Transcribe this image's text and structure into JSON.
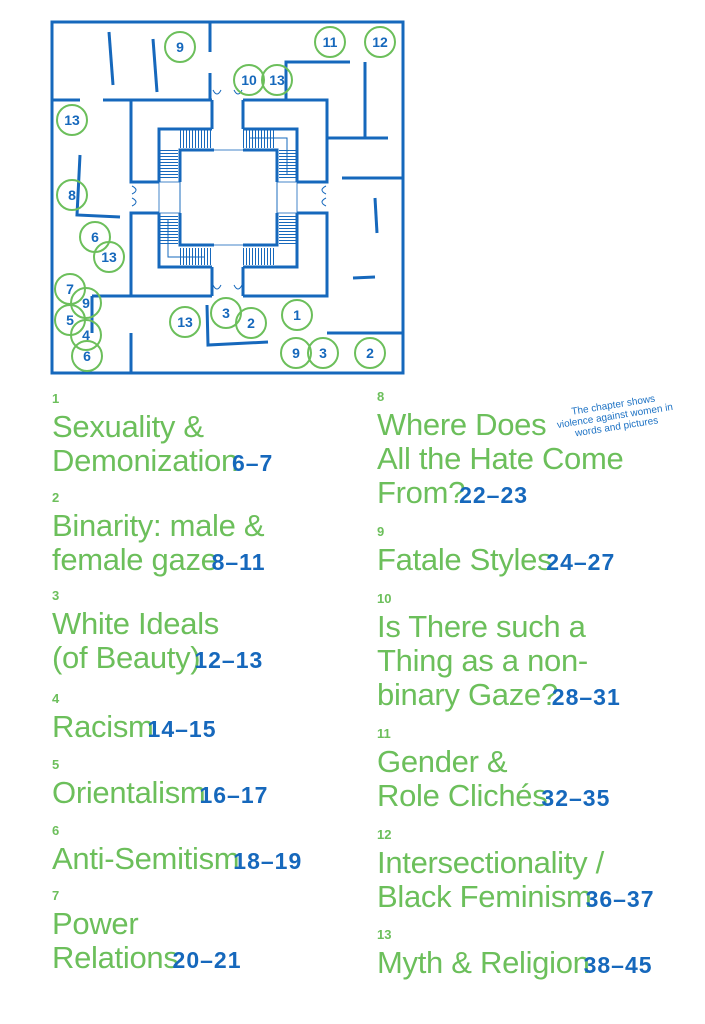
{
  "colors": {
    "green": "#6cbf5b",
    "blue": "#1668bc"
  },
  "floor_plan": {
    "markers": [
      {
        "label": "9"
      },
      {
        "label": "11"
      },
      {
        "label": "12"
      },
      {
        "label": "10"
      },
      {
        "label": "13"
      },
      {
        "label": "13"
      },
      {
        "label": "8"
      },
      {
        "label": "6"
      },
      {
        "label": "13"
      },
      {
        "label": "7"
      },
      {
        "label": "9"
      },
      {
        "label": "5"
      },
      {
        "label": "4"
      },
      {
        "label": "6"
      },
      {
        "label": "13"
      },
      {
        "label": "3"
      },
      {
        "label": "2"
      },
      {
        "label": "1"
      },
      {
        "label": "9"
      },
      {
        "label": "3"
      },
      {
        "label": "2"
      }
    ]
  },
  "annotation": "The chapter shows violence against women in words and pictures",
  "toc": [
    {
      "num": "1",
      "lines": [
        "Sexuality &",
        "Demonization"
      ],
      "pages": "6–7"
    },
    {
      "num": "2",
      "lines": [
        "Binarity: male &",
        "female gaze"
      ],
      "pages": "8–11"
    },
    {
      "num": "3",
      "lines": [
        "White Ideals",
        "(of Beauty)"
      ],
      "pages": "12–13"
    },
    {
      "num": "4",
      "lines": [
        "Racism"
      ],
      "pages": "14–15"
    },
    {
      "num": "5",
      "lines": [
        "Orientalism"
      ],
      "pages": "16–17"
    },
    {
      "num": "6",
      "lines": [
        "Anti-Semitism"
      ],
      "pages": "18–19"
    },
    {
      "num": "7",
      "lines": [
        "Power",
        "Relations"
      ],
      "pages": "20–21"
    },
    {
      "num": "8",
      "lines": [
        "Where Does",
        "All the Hate Come",
        "From?"
      ],
      "pages": "22–23"
    },
    {
      "num": "9",
      "lines": [
        "Fatale Styles"
      ],
      "pages": "24–27"
    },
    {
      "num": "10",
      "lines": [
        "Is There such a",
        "Thing as a non-",
        "binary Gaze?"
      ],
      "pages": "28–31"
    },
    {
      "num": "11",
      "lines": [
        "Gender &",
        "Role Clichés"
      ],
      "pages": "32–35"
    },
    {
      "num": "12",
      "lines": [
        "Intersectionality /",
        "Black Feminism"
      ],
      "pages": "36–37"
    },
    {
      "num": "13",
      "lines": [
        "Myth & Religion"
      ],
      "pages": "38–45"
    }
  ]
}
